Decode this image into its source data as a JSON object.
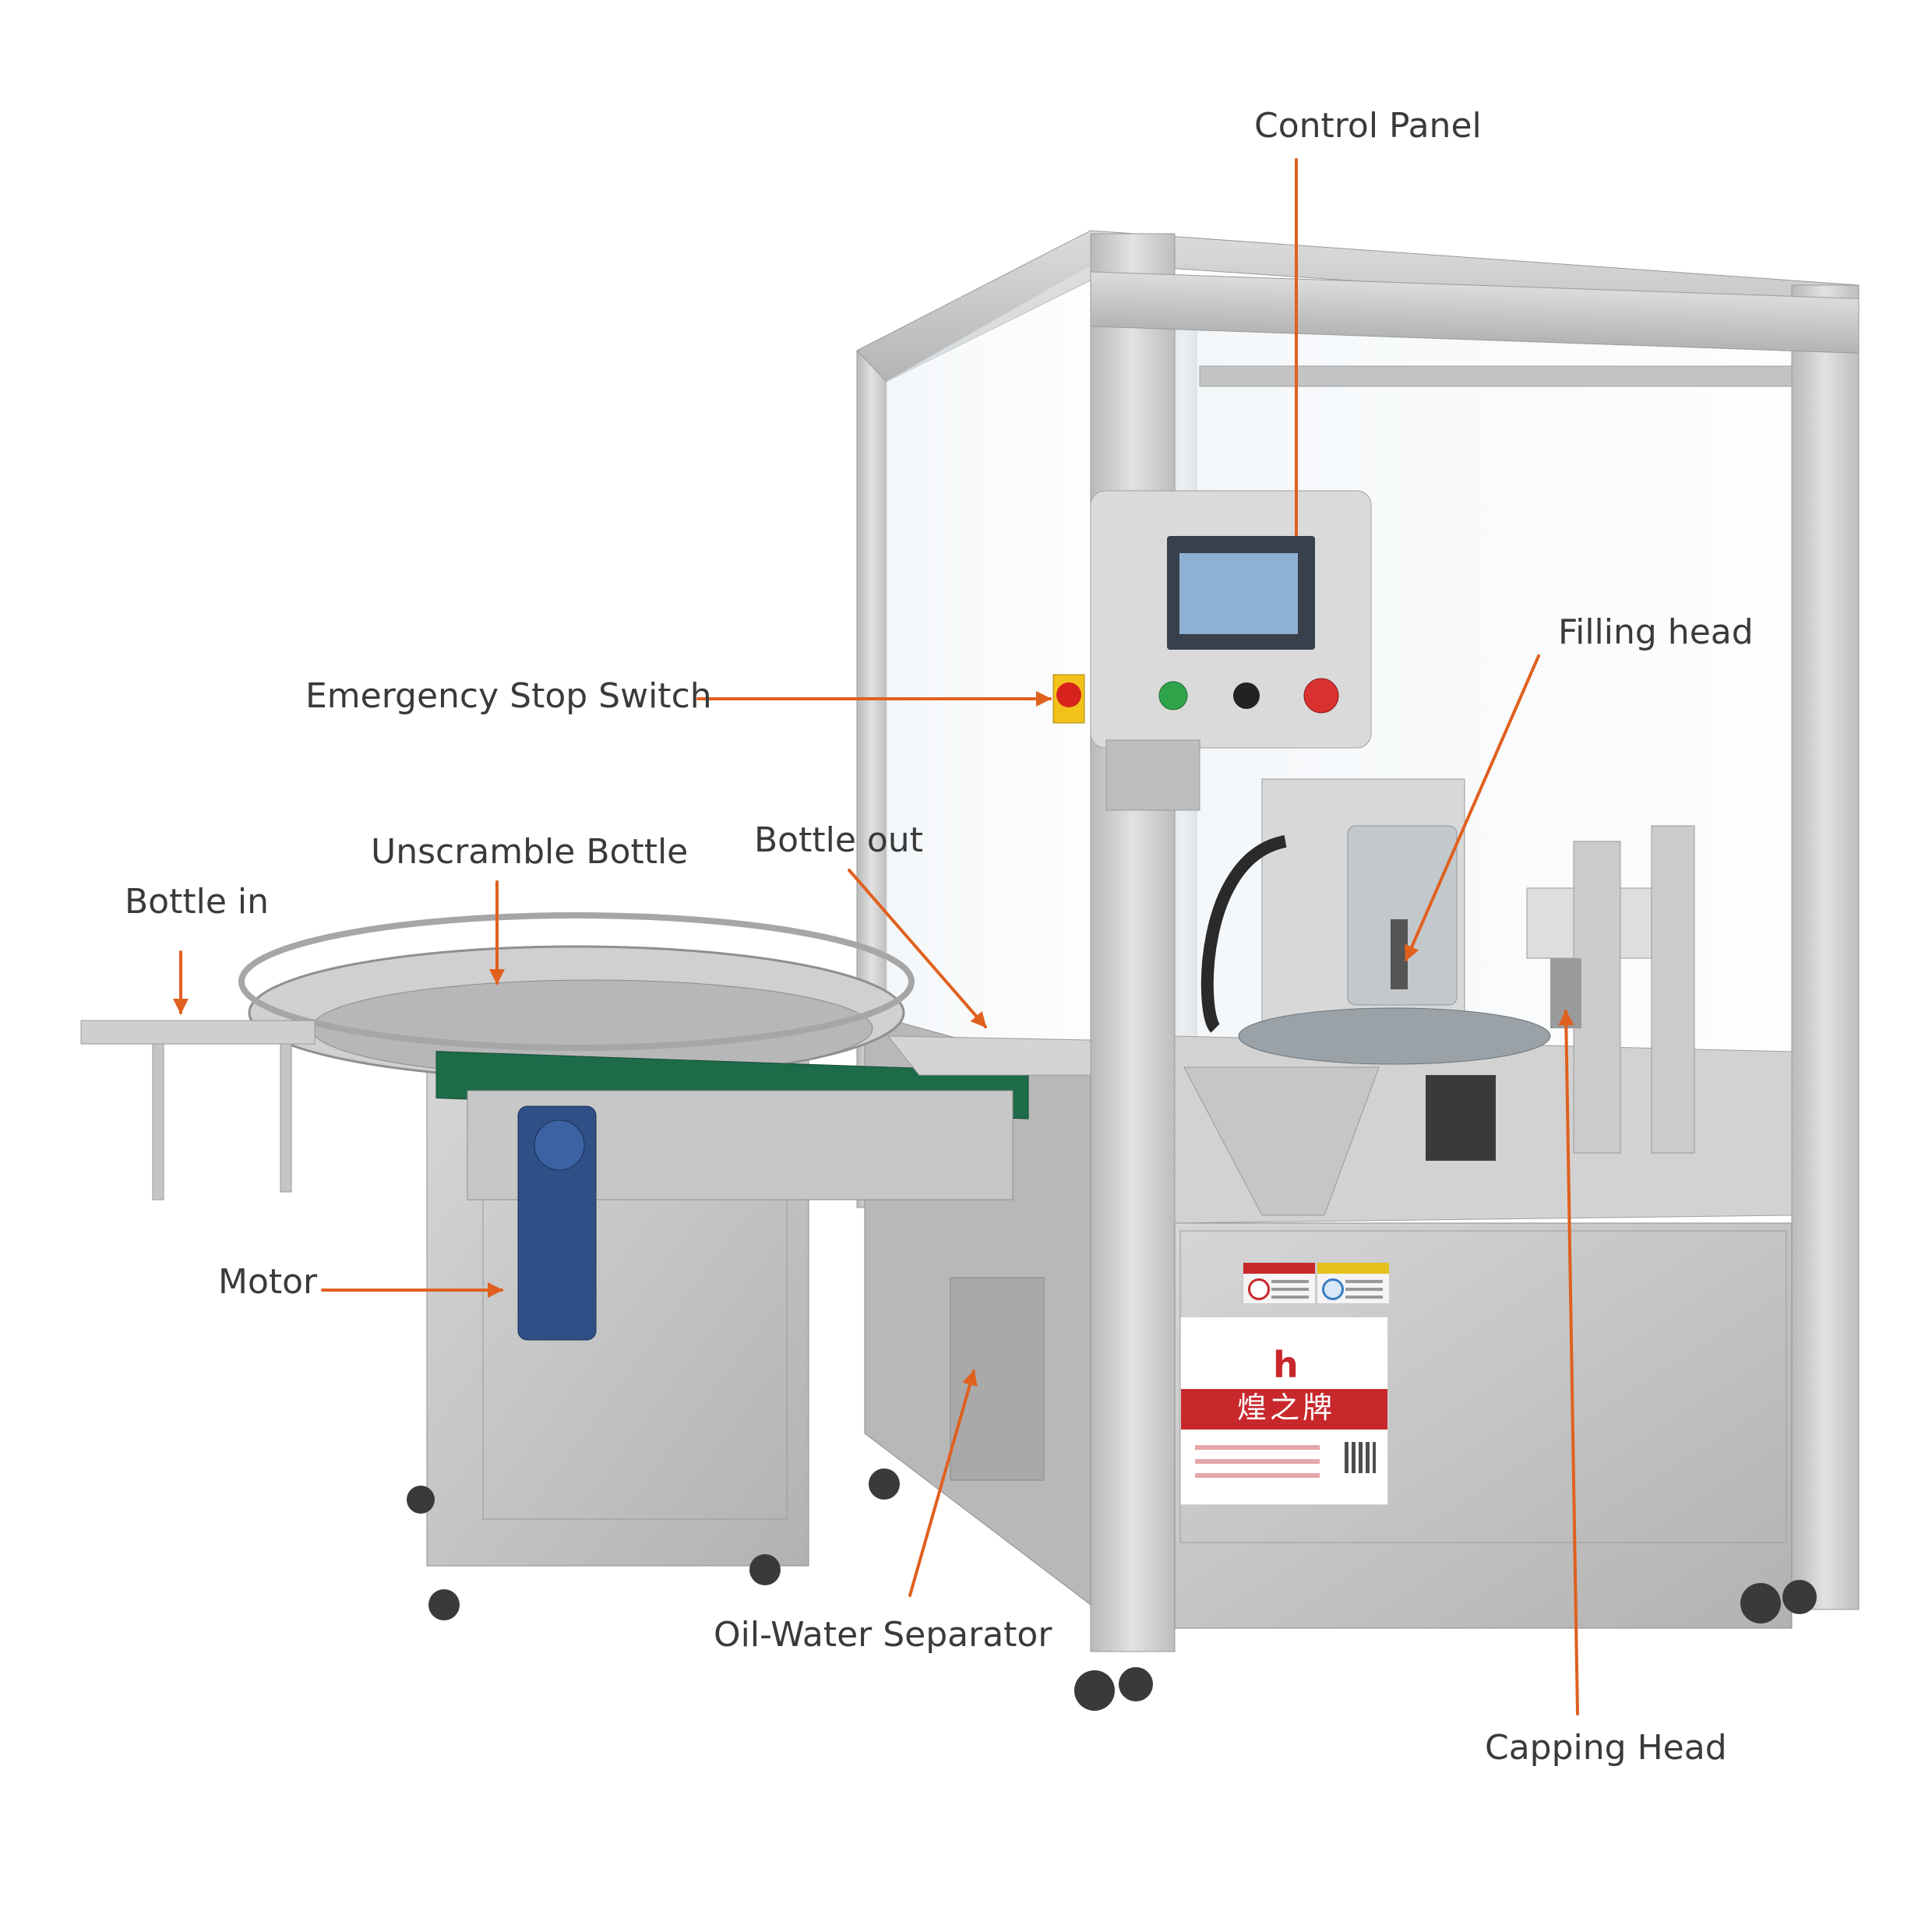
{
  "labels": {
    "control_panel": "Control Panel",
    "filling_head": "Filling head",
    "emergency_stop": "Emergency Stop Switch",
    "unscramble_bottle": "Unscramble Bottle",
    "bottle_out": "Bottle out",
    "bottle_in": "Bottle in",
    "motor": "Motor",
    "oil_water_separator": "Oil-Water Separator",
    "capping_head": "Capping Head"
  },
  "nameplate": {
    "logo": "h",
    "brand": "煌之牌"
  },
  "colors": {
    "arrow": "#e0601e",
    "label_text": "#3a3a3a",
    "steel": "#c9c9c9",
    "brand_red": "#c8282c"
  }
}
